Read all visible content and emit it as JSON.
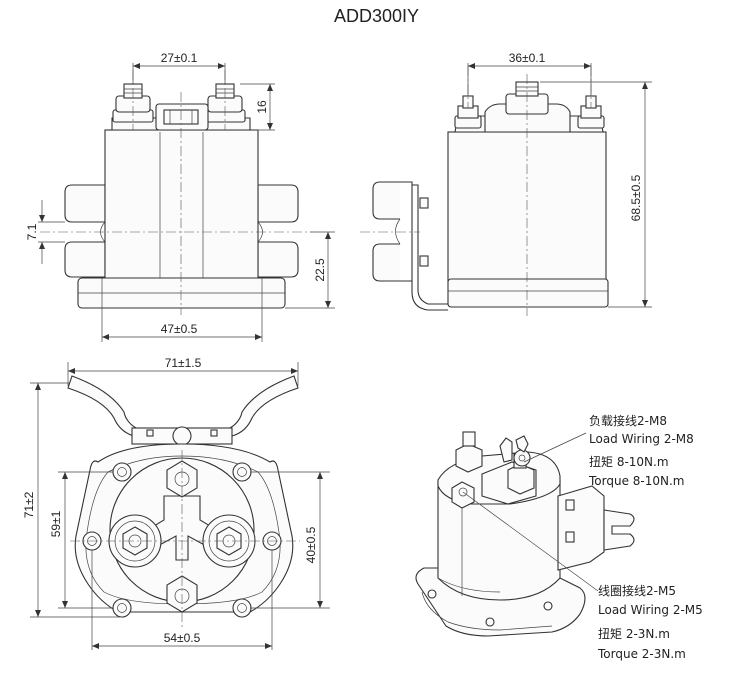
{
  "title": "ADD300IY",
  "dimensions": {
    "front_top_width": "27±0.1",
    "terminal_height": "16",
    "bracket_slot": "7.1",
    "mount_height": "22.5",
    "front_bottom_width": "47±0.5",
    "side_top_width": "36±0.1",
    "overall_height": "68.5±0.5",
    "bracket_span": "71±1.5",
    "total_height": "71±2",
    "hole_span_v": "59±1",
    "hole_span_v2": "40±0.5",
    "hole_span_h": "54±0.5"
  },
  "annotations": {
    "load_cn": "负载接线2-M8",
    "load_en": "Load Wiring 2-M8",
    "load_torque_cn": "扭矩 8-10N.m",
    "load_torque_en": "Torque 8-10N.m",
    "coil_cn": "线圈接线2-M5",
    "coil_en": "Load Wiring 2-M5",
    "coil_torque_cn": "扭矩 2-3N.m",
    "coil_torque_en": "Torque 2-3N.m"
  }
}
